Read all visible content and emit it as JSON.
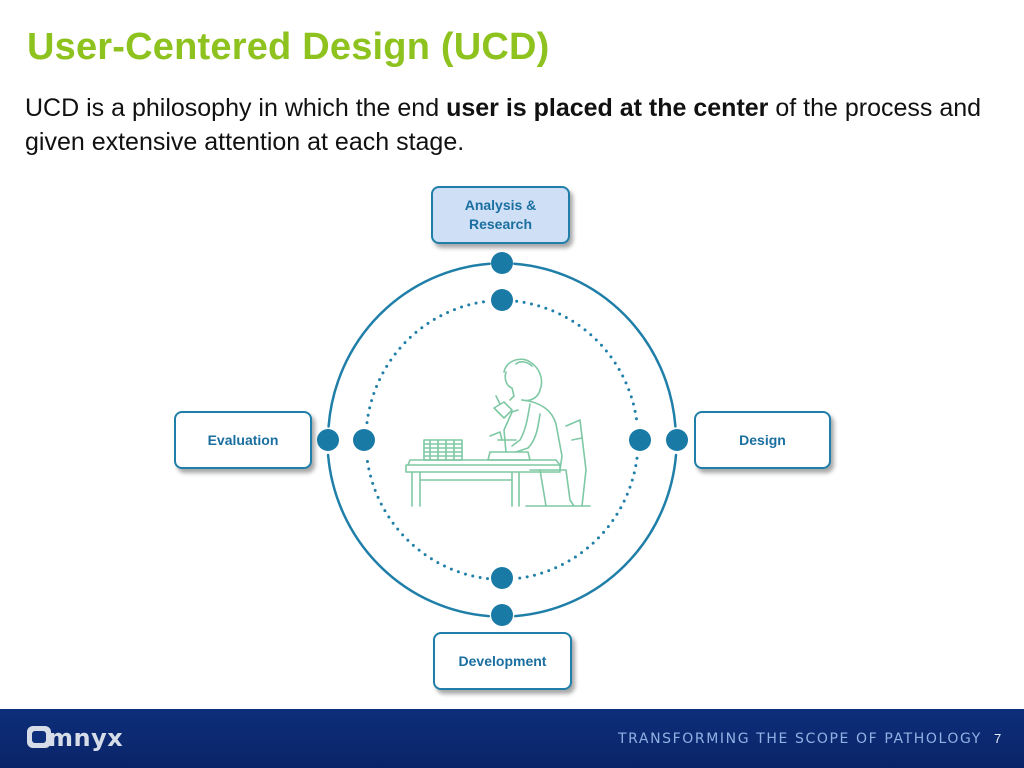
{
  "slide": {
    "title": "User-Centered Design (UCD)",
    "intro_before": "UCD is a philosophy in which the end ",
    "intro_bold": "user is placed at the center",
    "intro_after": " of the process and given extensive attention at each stage."
  },
  "diagram": {
    "stages": {
      "top_line1": "Analysis &",
      "top_line2": "Research",
      "right": "Design",
      "bottom": "Development",
      "left": "Evaluation"
    },
    "center_image": "microscope-user-illustration-icon",
    "accent_color": "#1f7fa8",
    "box_fill_top": "#cfe0f6"
  },
  "footer": {
    "logo_text": "omnyx",
    "tagline": "TRANSFORMING THE SCOPE OF PATHOLOGY",
    "page_number": "7",
    "background": "#0d2e7a"
  },
  "colors": {
    "title": "#8dc21f",
    "text": "#111111",
    "stage_text": "#1a6fa0"
  }
}
